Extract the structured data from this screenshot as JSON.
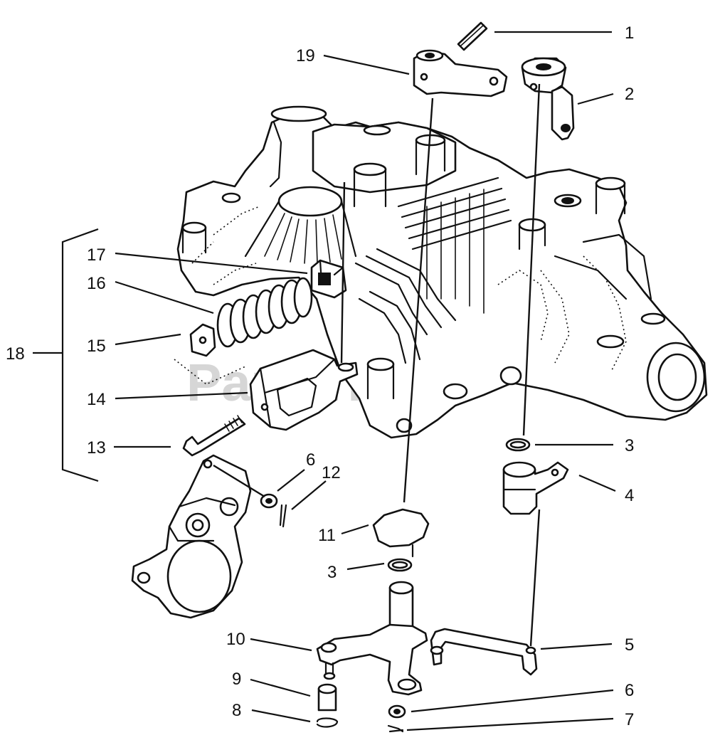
{
  "diagram": {
    "callouts": [
      {
        "id": "c1",
        "label": "1"
      },
      {
        "id": "c2",
        "label": "2"
      },
      {
        "id": "c3a",
        "label": "3"
      },
      {
        "id": "c3b",
        "label": "3"
      },
      {
        "id": "c4",
        "label": "4"
      },
      {
        "id": "c5",
        "label": "5"
      },
      {
        "id": "c6a",
        "label": "6"
      },
      {
        "id": "c6b",
        "label": "6"
      },
      {
        "id": "c7",
        "label": "7"
      },
      {
        "id": "c8",
        "label": "8"
      },
      {
        "id": "c9",
        "label": "9"
      },
      {
        "id": "c10",
        "label": "10"
      },
      {
        "id": "c11",
        "label": "11"
      },
      {
        "id": "c12",
        "label": "12"
      },
      {
        "id": "c13",
        "label": "13"
      },
      {
        "id": "c14",
        "label": "14"
      },
      {
        "id": "c15",
        "label": "15"
      },
      {
        "id": "c16",
        "label": "16"
      },
      {
        "id": "c17",
        "label": "17"
      },
      {
        "id": "c18",
        "label": "18"
      },
      {
        "id": "c19",
        "label": "19"
      }
    ]
  },
  "watermark": {
    "text": "PartsTree",
    "trademark": "™"
  }
}
